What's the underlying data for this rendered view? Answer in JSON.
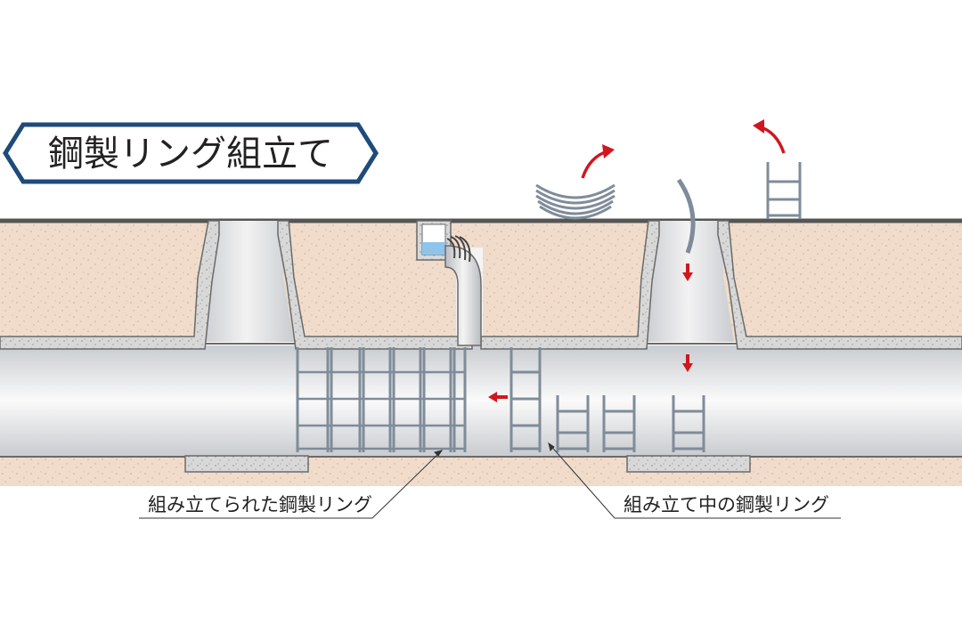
{
  "title": "鋼製リング組立て",
  "labels": {
    "assembled": "組み立てられた鋼製リング",
    "assembling": "組み立て中の鋼製リング"
  },
  "colors": {
    "title_border": "#1e4b7a",
    "soil": "#f1dccb",
    "soil_dots": "#c9a98f",
    "concrete": "#d8d8d8",
    "concrete_dots": "#8f8f8f",
    "ground_line": "#555555",
    "steel": "#7f8c99",
    "arrow": "#d0171f",
    "water": "#8fc4ea"
  }
}
